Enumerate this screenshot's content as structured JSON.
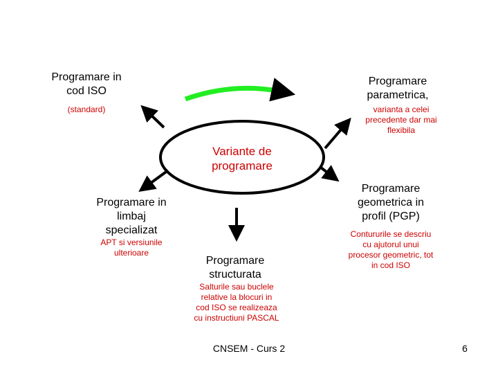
{
  "center": {
    "label": "Variante de programare",
    "color": "#cc0000"
  },
  "nodes": {
    "iso": {
      "title": "Programare in cod ISO",
      "note": "(standard)"
    },
    "parametric": {
      "title": "Programare parametrica,",
      "note": "varianta a celei precedente dar mai flexibila"
    },
    "limbaj": {
      "title": "Programare in limbaj specializat",
      "note": "APT si versiunile ulterioare"
    },
    "geometric": {
      "title": "Programare geometrica in profil (PGP)",
      "note": "Contururile se descriu cu ajutorul unui procesor geometric, tot in cod ISO"
    },
    "structurata": {
      "title": "Programare structurata",
      "note": "Salturile sau buclele relative la blocuri in cod ISO se realizeaza cu instructiuni PASCAL"
    }
  },
  "footer": {
    "course": "CNSEM - Curs 2",
    "page": "6"
  },
  "colors": {
    "text": "#000000",
    "note": "#cc0000",
    "highlight_arrow": "#22ee22"
  }
}
